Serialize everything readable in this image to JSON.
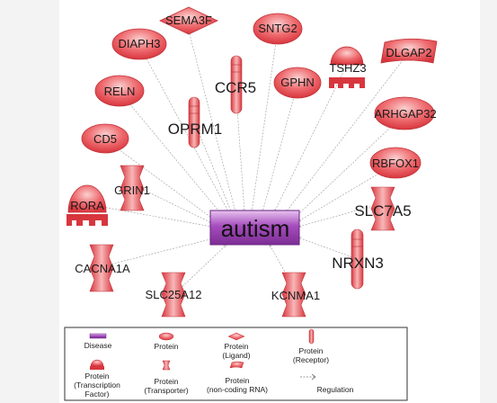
{
  "center_node": {
    "label": "autism",
    "type": "Disease"
  },
  "nodes": [
    {
      "label": "SEMA3F",
      "type": "Protein (Ligand)"
    },
    {
      "label": "SNTG2",
      "type": "Protein"
    },
    {
      "label": "DIAPH3",
      "type": "Protein"
    },
    {
      "label": "TSHZ3",
      "type": "Protein (Transcription Factor)"
    },
    {
      "label": "DLGAP2",
      "type": "Protein (non-coding RNA)"
    },
    {
      "label": "CCR5",
      "type": "Protein (Receptor)"
    },
    {
      "label": "GPHN",
      "type": "Protein"
    },
    {
      "label": "RELN",
      "type": "Protein"
    },
    {
      "label": "OPRM1",
      "type": "Protein (Receptor)"
    },
    {
      "label": "ARHGAP32",
      "type": "Protein"
    },
    {
      "label": "CD5",
      "type": "Protein"
    },
    {
      "label": "RBFOX1",
      "type": "Protein"
    },
    {
      "label": "GRIN1",
      "type": "Protein (Transporter)"
    },
    {
      "label": "RORA",
      "type": "Protein (Transcription Factor)"
    },
    {
      "label": "SLC7A5",
      "type": "Protein (Transporter)"
    },
    {
      "label": "NRXN3",
      "type": "Protein (Receptor)"
    },
    {
      "label": "CACNA1A",
      "type": "Protein (Transporter)"
    },
    {
      "label": "SLC25A12",
      "type": "Protein (Transporter)"
    },
    {
      "label": "KCNMA1",
      "type": "Protein (Transporter)"
    }
  ],
  "legend": {
    "disease": "Disease",
    "protein": "Protein",
    "ligand_line1": "Protein",
    "ligand_line2": "(Ligand)",
    "receptor_line1": "Protein",
    "receptor_line2": "(Receptor)",
    "tf_line1": "Protein",
    "tf_line2": "(Transcription",
    "tf_line3": "Factor)",
    "transporter_line1": "Protein",
    "transporter_line2": "(Transporter)",
    "ncrna_line1": "Protein",
    "ncrna_line2": "(non-coding RNA)",
    "regulation": "Regulation"
  },
  "colors": {
    "node_fill": "#e8434a",
    "node_light": "#f6b3b3",
    "disease_fill": "#9b3fb0",
    "disease_light": "#e2b8ec",
    "edge": "#9a9a9a"
  }
}
